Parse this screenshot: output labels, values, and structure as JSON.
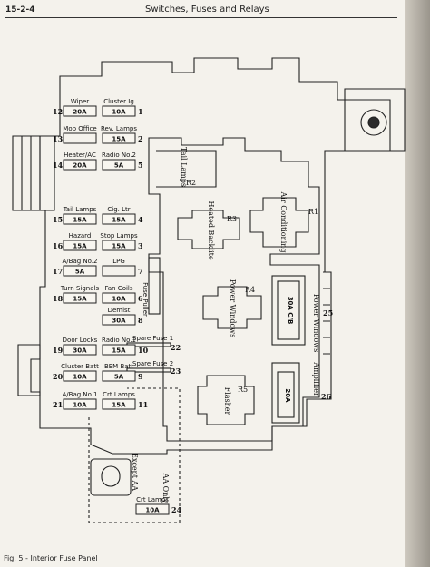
{
  "header": {
    "page_number": "15-2-4",
    "title": "Switches, Fuses and Relays"
  },
  "caption": "Fig. 5 - Interior Fuse Panel",
  "fuses": {
    "f12": {
      "num": "12",
      "label": "Wiper",
      "amp": "20A"
    },
    "f1": {
      "num": "1",
      "label": "Cluster Ig",
      "amp": "10A"
    },
    "f13": {
      "num": "13",
      "label": "Mob Office",
      "amp": ""
    },
    "f2": {
      "num": "2",
      "label": "Rev. Lamps",
      "amp": "15A"
    },
    "f14": {
      "num": "14",
      "label": "Heater/AC",
      "amp": "20A"
    },
    "f5": {
      "num": "5",
      "label": "Radio No.2",
      "amp": "5A"
    },
    "f15": {
      "num": "15",
      "label": "Tail Lamps",
      "amp": "15A"
    },
    "f4": {
      "num": "4",
      "label": "Cig. Ltr",
      "amp": "15A"
    },
    "f16": {
      "num": "16",
      "label": "Hazard",
      "amp": "15A"
    },
    "f3": {
      "num": "3",
      "label": "Stop Lamps",
      "amp": "15A"
    },
    "f17": {
      "num": "17",
      "label": "A/Bag No.2",
      "amp": "5A"
    },
    "f7": {
      "num": "7",
      "label": "LPG",
      "amp": ""
    },
    "f18": {
      "num": "18",
      "label": "Turn Signals",
      "amp": "15A"
    },
    "f6": {
      "num": "6",
      "label": "Fan Coils",
      "amp": "10A"
    },
    "f8": {
      "num": "8",
      "label": "Demist",
      "amp": "30A"
    },
    "f19": {
      "num": "19",
      "label": "Door Locks",
      "amp": "30A"
    },
    "f10": {
      "num": "10",
      "label": "Radio No.1",
      "amp": "15A"
    },
    "f20": {
      "num": "20",
      "label": "Cluster Batt",
      "amp": "10A"
    },
    "f9": {
      "num": "9",
      "label": "BEM Batt",
      "amp": "5A"
    },
    "f21": {
      "num": "21",
      "label": "A/Bag No.1",
      "amp": "10A"
    },
    "f11": {
      "num": "11",
      "label": "Crt Lamps",
      "amp": "15A"
    },
    "f24": {
      "num": "24",
      "label": "Crt Lamps",
      "amp": "10A"
    }
  },
  "relays": {
    "r1": {
      "id": "R1",
      "label": "Air Conditioning"
    },
    "r2": {
      "id": "R2",
      "label": "Tail Lamps"
    },
    "r3": {
      "id": "R3",
      "label": "Heated Backlite"
    },
    "r4": {
      "id": "R4",
      "label": "Power Windows"
    },
    "r5": {
      "id": "R5",
      "label": "Flasher"
    }
  },
  "breaker": {
    "label": "30A C/B",
    "num": "25",
    "name": "Power Windows"
  },
  "amplifier": {
    "amp": "20A",
    "num": "26",
    "name": "Amplifier"
  },
  "notes": {
    "fuse_puller": "Fuse Puller",
    "spare1": "Spare Fuse 1",
    "spare2": "Spare Fuse 2",
    "except_aa": "Except AA",
    "aa_only": "AA Only",
    "num22": "22",
    "num23": "23"
  }
}
